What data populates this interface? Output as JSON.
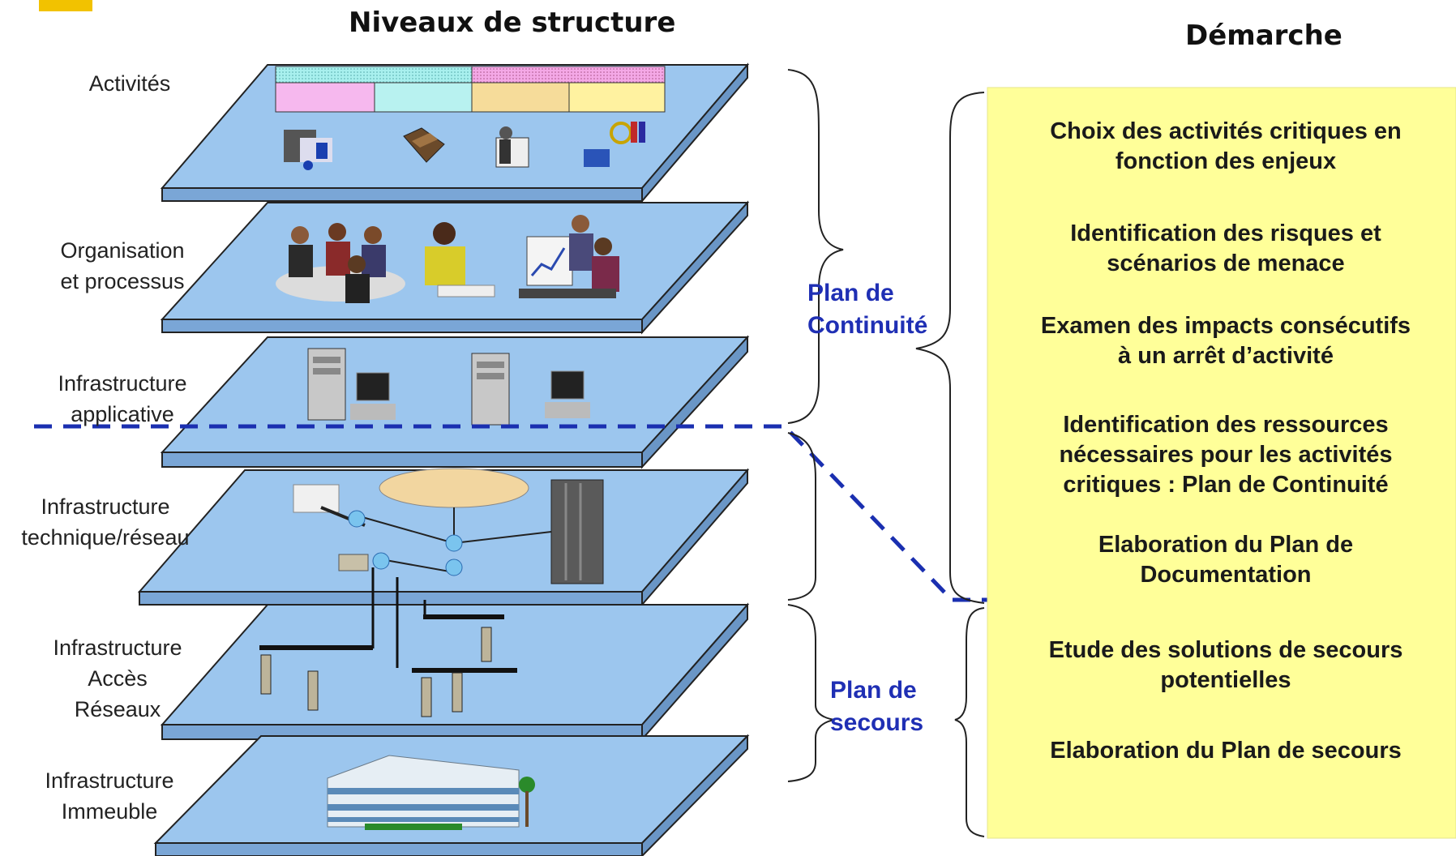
{
  "header": {
    "niveaux_title": "Niveaux de structure",
    "demarche_title": "Démarche"
  },
  "levels": [
    {
      "label": "Activités"
    },
    {
      "label": "Organisation\net processus"
    },
    {
      "label": "Infrastructure\napplicative"
    },
    {
      "label": "Infrastructure\ntechnique/réseau"
    },
    {
      "label": "Infrastructure\nAccès\nRéseaux"
    },
    {
      "label": "Infrastructure\nImmeuble"
    }
  ],
  "plans": {
    "continuite": "Plan de\nContinuité",
    "secours": "Plan de\nsecours"
  },
  "steps_continuite": [
    "Choix des activités critiques en\nfonction des enjeux",
    "Identification des risques et\nscénarios de menace",
    "Examen des impacts consécutifs\nà un arrêt d’activité",
    "Identification des ressources\nnécessaires pour les activités\ncritiques : Plan de Continuité",
    "Elaboration du Plan de\nDocumentation"
  ],
  "steps_secours": [
    "Etude des solutions de secours\npotentielles",
    "Elaboration du Plan de secours"
  ],
  "colors": {
    "layer_top": "#9cc6ee",
    "layer_front": "#7aa6d6",
    "dashed_line": "#1a2fb0",
    "box_fill": "#ffff99",
    "plan_text": "#1f2fb4"
  },
  "icons": [
    "truck-icon",
    "boxes-icon",
    "worker-icon",
    "euro-money-icon",
    "meeting-people-icon",
    "phone-person-icon",
    "presentation-people-icon",
    "server-tower-icon",
    "desktop-pc-icon",
    "satellite-icon",
    "cloud-icon",
    "network-hub-icon",
    "rack-server-icon",
    "network-endpoint-icon",
    "building-icon"
  ]
}
